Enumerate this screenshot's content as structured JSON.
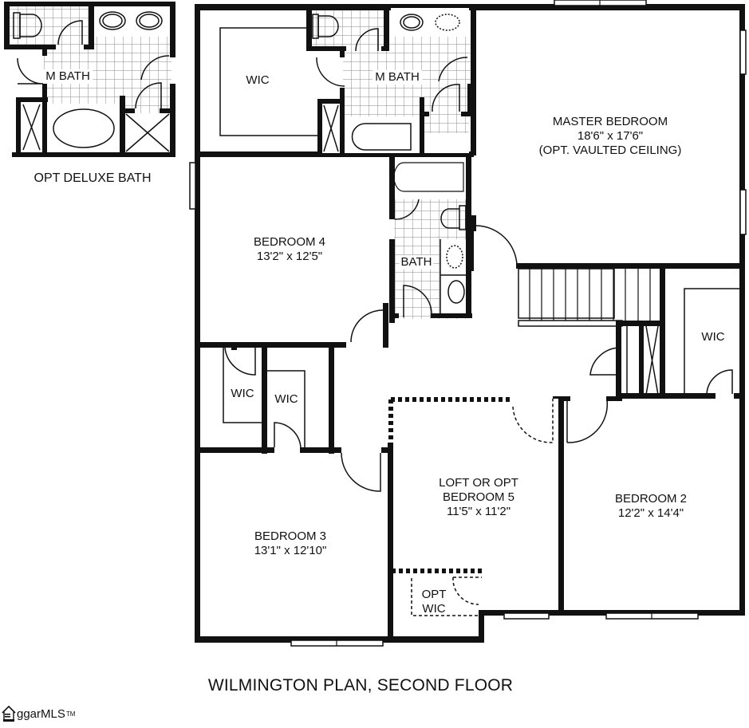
{
  "plan": {
    "title": "WILMINGTON PLAN, SECOND FLOOR"
  },
  "inset": {
    "caption": "OPT DELUXE BATH",
    "room_label": "M BATH"
  },
  "rooms": {
    "wic_master": {
      "name": "WIC"
    },
    "master_bath": {
      "name": "M BATH"
    },
    "master_bedroom": {
      "name": "MASTER BEDROOM",
      "size": "18'6\" x 17'6\"",
      "note": "(OPT. VAULTED CEILING)"
    },
    "bedroom4": {
      "name": "BEDROOM 4",
      "size": "13'2\" x 12'5\""
    },
    "bath": {
      "name": "BATH"
    },
    "wic_b4": {
      "name": "WIC"
    },
    "wic_b3": {
      "name": "WIC"
    },
    "wic_b2": {
      "name": "WIC"
    },
    "loft": {
      "name_line1": "LOFT OR OPT",
      "name_line2": "BEDROOM 5",
      "size": "11'5\" x 11'2\""
    },
    "opt_wic": {
      "line1": "OPT",
      "line2": "WIC"
    },
    "bedroom2": {
      "name": "BEDROOM 2",
      "size": "12'2\" x 14'4\""
    },
    "bedroom3": {
      "name": "BEDROOM 3",
      "size": "13'1\" x 12'10\""
    }
  },
  "watermark": {
    "brand": "ggarMLS",
    "trademark": "TM",
    "icon": "house-icon"
  },
  "colors": {
    "wall": "#111111",
    "tile_grid": "#777777",
    "background": "#ffffff"
  }
}
